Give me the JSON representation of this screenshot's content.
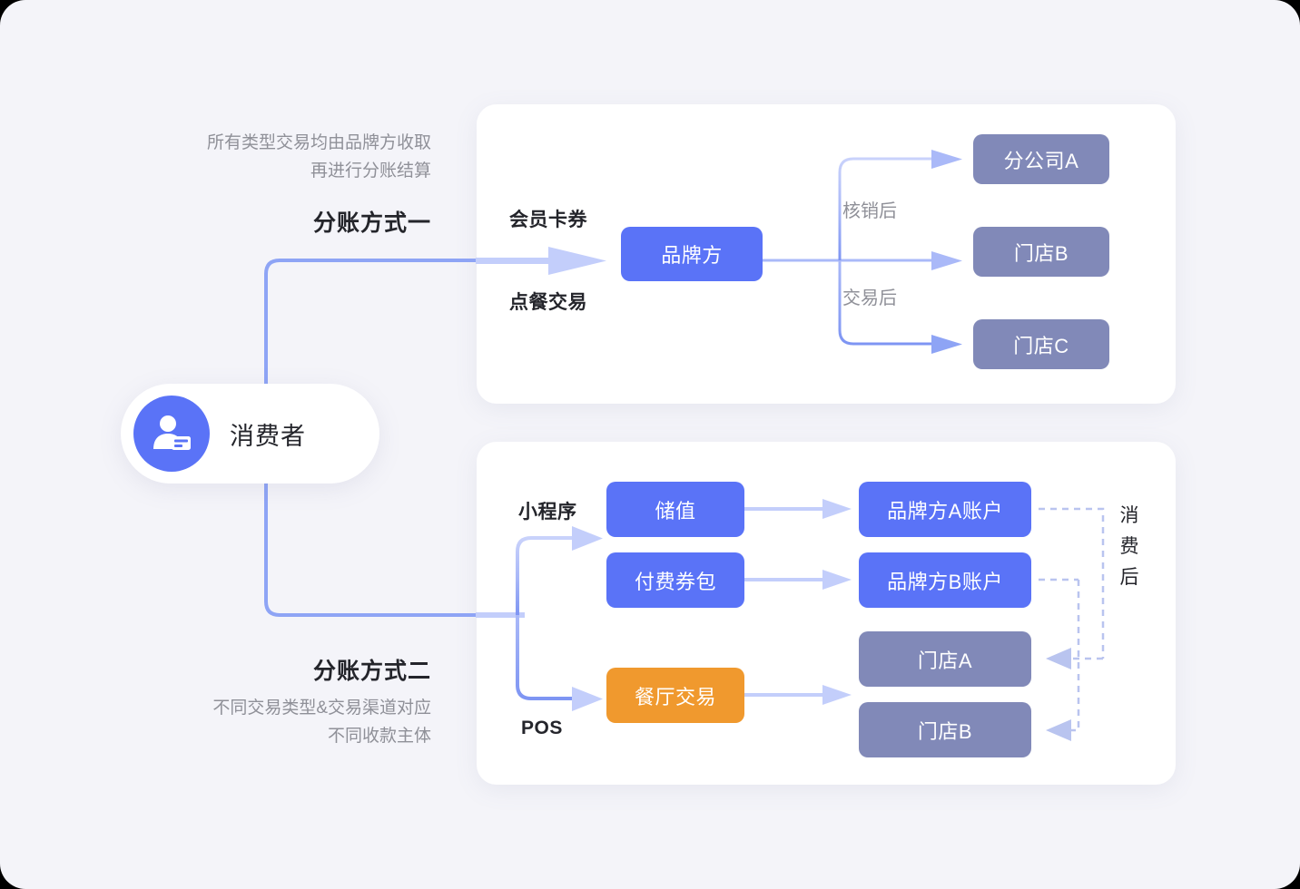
{
  "theme": {
    "page_background": "#f4f4f9",
    "card_background": "#ffffff",
    "accent_blue": "#5a73f7",
    "accent_purple": "#8189b8",
    "accent_orange": "#f0992e",
    "arrow_light": "#c3cefb",
    "muted_text": "#8f9098",
    "dark_text": "#24252b"
  },
  "consumer": {
    "label": "消费者",
    "icon": "person-card-icon"
  },
  "method_one": {
    "caption": "所有类型交易均由品牌方收取\n再进行分账结算",
    "heading": "分账方式一",
    "inputs": [
      {
        "label": "会员卡券"
      },
      {
        "label": "点餐交易"
      }
    ],
    "hub": {
      "label": "品牌方",
      "color": "blue"
    },
    "edge_labels": [
      {
        "label": "核销后"
      },
      {
        "label": "交易后"
      }
    ],
    "outputs": [
      {
        "label": "分公司A",
        "color": "purple"
      },
      {
        "label": "门店B",
        "color": "purple"
      },
      {
        "label": "门店C",
        "color": "purple"
      }
    ]
  },
  "method_two": {
    "heading": "分账方式二",
    "caption": "不同交易类型&交易渠道对应\n不同收款主体",
    "channels": [
      {
        "label": "小程序"
      },
      {
        "label": "POS"
      }
    ],
    "transactions": [
      {
        "label": "储值",
        "color": "blue"
      },
      {
        "label": "付费券包",
        "color": "blue"
      },
      {
        "label": "餐厅交易",
        "color": "orange"
      }
    ],
    "accounts": [
      {
        "label": "品牌方A账户",
        "color": "blue"
      },
      {
        "label": "品牌方B账户",
        "color": "blue"
      },
      {
        "label": "门店A",
        "color": "purple"
      },
      {
        "label": "门店B",
        "color": "purple"
      }
    ],
    "settlement_label": "消费后"
  }
}
